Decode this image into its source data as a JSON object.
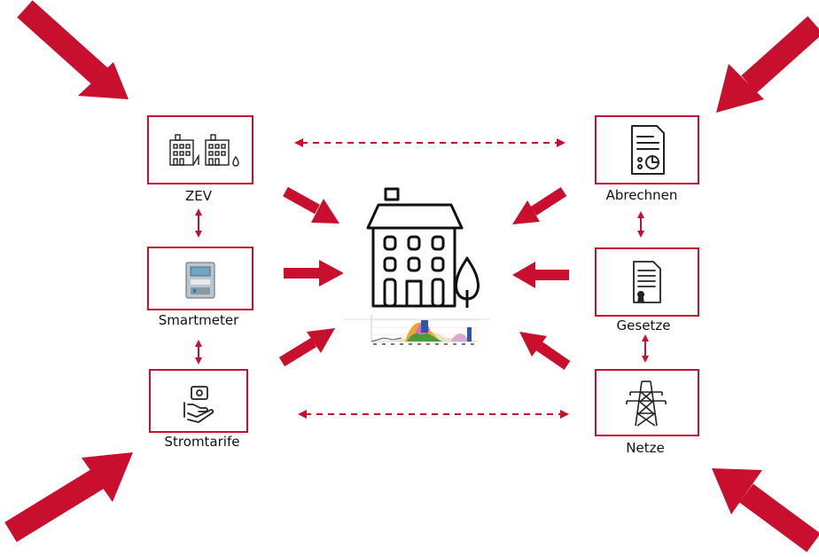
{
  "accent_color": "#c8102e",
  "nodes": {
    "zev": {
      "label": "ZEV",
      "icon": "buildings-icon"
    },
    "smartmeter": {
      "label": "Smartmeter",
      "icon": "smart-meter-icon"
    },
    "stromtarife": {
      "label": "Stromtarife",
      "icon": "money-hand-icon"
    },
    "abrechnen": {
      "label": "Abrechnen",
      "icon": "invoice-icon"
    },
    "gesetze": {
      "label": "Gesetze",
      "icon": "certificate-icon"
    },
    "netze": {
      "label": "Netze",
      "icon": "power-pylon-icon"
    }
  },
  "center": {
    "icon": "house-with-tree-icon",
    "chart": "energy-profile-chart-icon"
  }
}
